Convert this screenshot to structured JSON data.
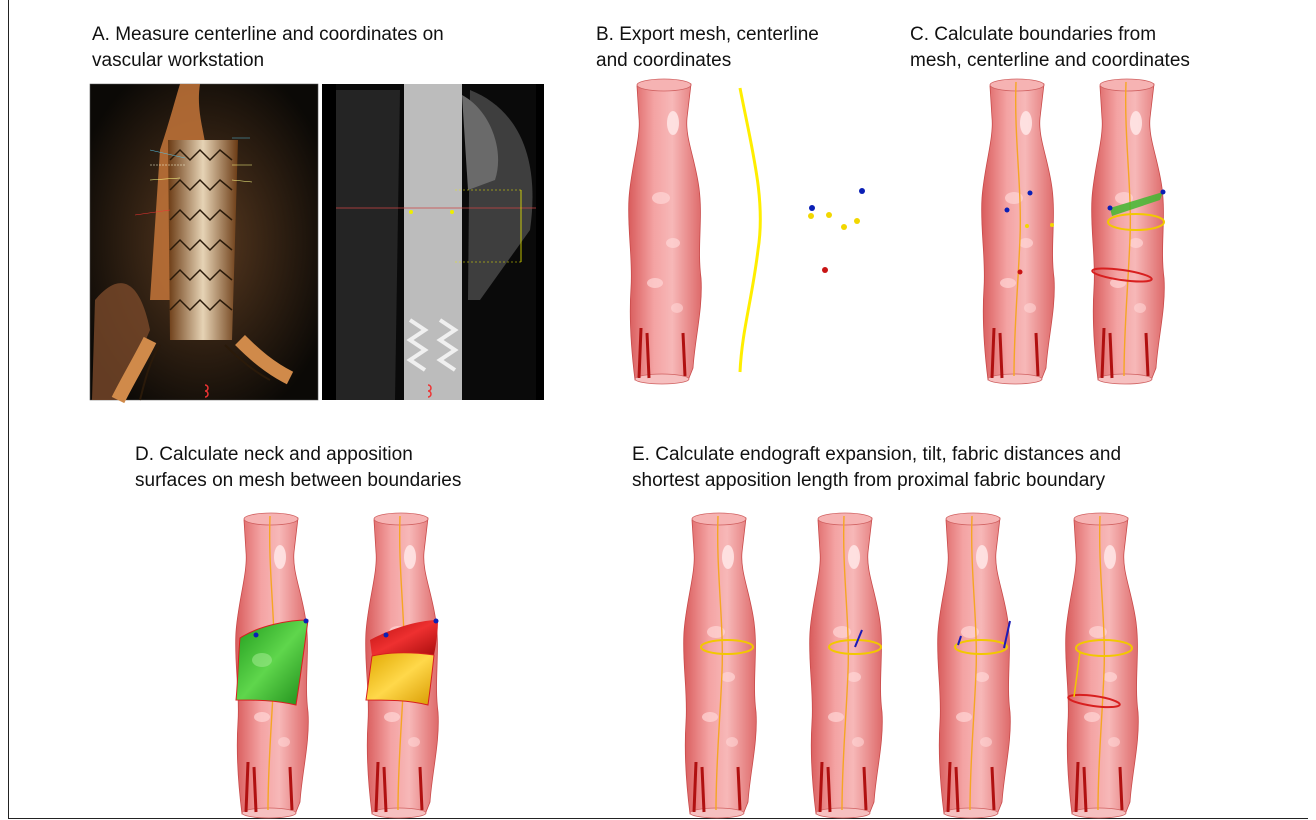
{
  "panels": {
    "a": {
      "line1": "A. Measure centerline and coordinates on",
      "line2": "vascular workstation"
    },
    "b": {
      "line1": "B. Export mesh, centerline",
      "line2": "and coordinates"
    },
    "c": {
      "line1": "C. Calculate boundaries from",
      "line2": "mesh, centerline and coordinates"
    },
    "d": {
      "line1": "D. Calculate neck and apposition",
      "line2": "surfaces on mesh between boundaries"
    },
    "e": {
      "line1": "E. Calculate endograft expansion, tilt, fabric distances and",
      "line2": "shortest apposition length from proximal fabric boundary"
    }
  },
  "colors": {
    "mesh": "#f08a8a",
    "mesh_dark": "#d94a4a",
    "centerline": "#ffe600",
    "centerline_thin": "#f5a623",
    "marker_blue": "#0a1fb5",
    "marker_red": "#c81414",
    "neck_green": "#2fb52a",
    "apposition_red": "#d71b1b",
    "apposition_yellow": "#f2c21a",
    "boundary_yellow": "#f2c800",
    "boundary_red": "#d81f1f",
    "ct_bg": "#0b0906",
    "ct_gray": "#8a8a8a"
  }
}
